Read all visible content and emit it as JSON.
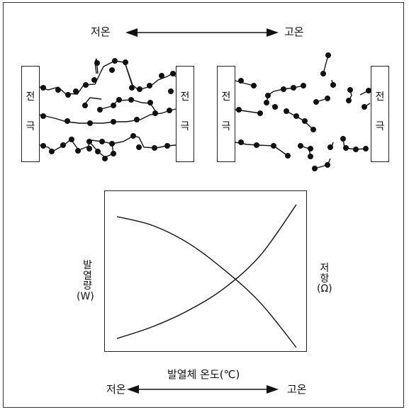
{
  "top": {
    "left_label": "저온",
    "right_label": "고온"
  },
  "electrode": {
    "char1": "전",
    "char2": "극"
  },
  "chart_data": {
    "type": "line",
    "xlabel": "발열체 온도(℃)",
    "ylabel_left": [
      "발",
      "열",
      "량",
      "(W)"
    ],
    "ylabel_right": [
      "저",
      "항",
      "(Ω)"
    ],
    "series": [
      {
        "name": "발열량",
        "x": [
          0,
          0.2,
          0.4,
          0.6,
          0.8,
          1.0
        ],
        "y": [
          0.9,
          0.84,
          0.72,
          0.54,
          0.32,
          0.02
        ]
      },
      {
        "name": "저항",
        "x": [
          0,
          0.2,
          0.4,
          0.6,
          0.8,
          1.0
        ],
        "y": [
          0.08,
          0.16,
          0.27,
          0.42,
          0.64,
          0.98
        ]
      }
    ]
  },
  "bottom": {
    "left_label": "저온",
    "right_label": "고온"
  }
}
